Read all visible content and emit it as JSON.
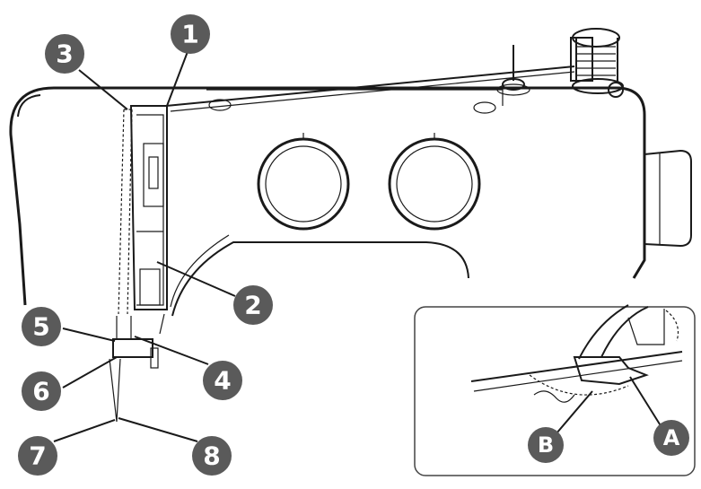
{
  "callouts": {
    "n1": "1",
    "n2": "2",
    "n3": "3",
    "n4": "4",
    "n5": "5",
    "n6": "6",
    "n7": "7",
    "n8": "8",
    "a": "A",
    "b": "B"
  },
  "colors": {
    "marker_fill": "#5a5a5a",
    "line": "#1a1a1a",
    "inset_border": "#444444"
  }
}
